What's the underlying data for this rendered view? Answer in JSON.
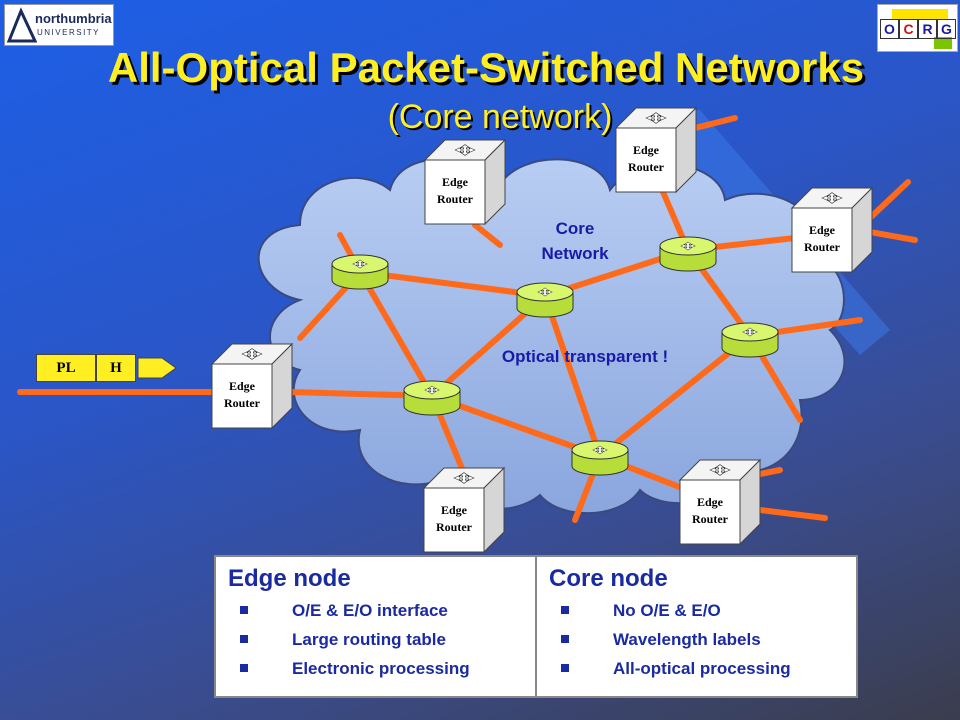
{
  "logos": {
    "left": {
      "name": "northumbria",
      "sub": "UNIVERSITY"
    },
    "right": {
      "letters": [
        "O",
        "C",
        "R",
        "G"
      ]
    }
  },
  "title": "All-Optical Packet-Switched Networks",
  "subtitle": "(Core network)",
  "diagram": {
    "cloud_labels": {
      "core_line1": "Core",
      "core_line2": "Network",
      "optical": "Optical transparent !"
    },
    "edge_router_label": [
      "Edge",
      "Router"
    ],
    "packet": {
      "payload": "PL",
      "header": "H"
    }
  },
  "table": {
    "edge": {
      "heading": "Edge node",
      "items": [
        "O/E & E/O interface",
        "Large routing table",
        "Electronic processing"
      ]
    },
    "core": {
      "heading": "Core node",
      "items": [
        "No O/E & E/O",
        "Wavelength labels",
        "All-optical processing"
      ]
    }
  },
  "colors": {
    "link": "#ff6a1a",
    "router_fill": "#ccf25a",
    "title": "#ffee22",
    "cloud": "#9fb6e6"
  }
}
